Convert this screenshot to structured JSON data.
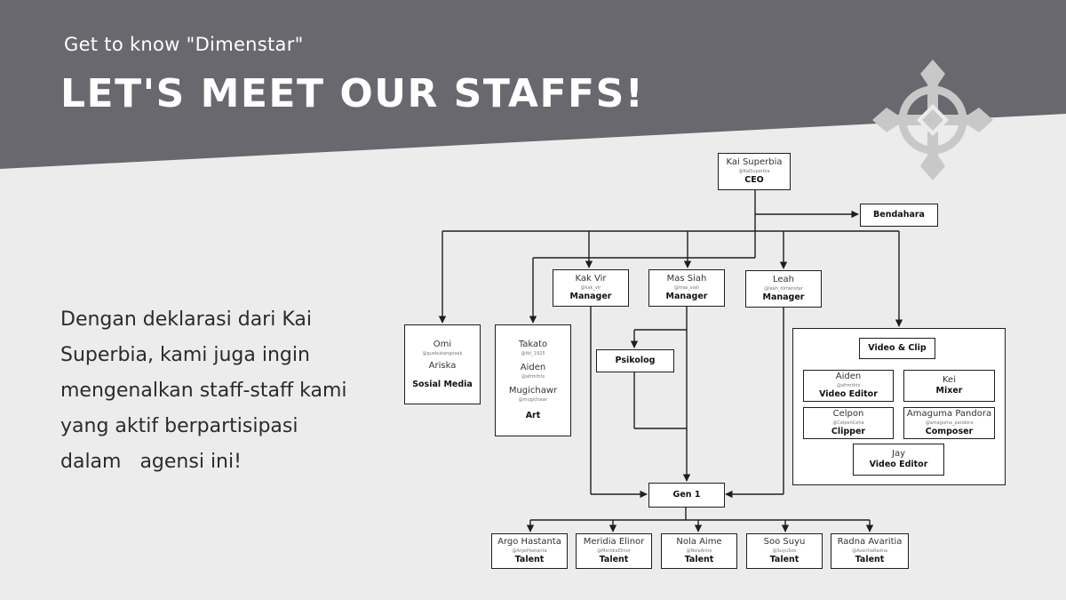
{
  "header": {
    "subtitle": "Get to know \"Dimenstar\"",
    "title": "LET'S MEET OUR STAFFS!"
  },
  "description": {
    "lines": [
      "Dengan deklarasi dari Kai",
      "Superbia, kami juga ingin",
      "mengenalkan staff-staff kami",
      "yang aktif berpartisipasi",
      "dalam   agensi ini!"
    ]
  },
  "colors": {
    "banner": "#68686e",
    "background": "#ececec",
    "logo": "#c8c8c8",
    "line": "#1e1e1e"
  },
  "logo": {
    "icon": "cross-compass-icon"
  },
  "org": {
    "ceo": {
      "name": "Kai Superbia",
      "handle": "@KaiSuperbia",
      "role": "CEO"
    },
    "bendahara": {
      "role": "Bendahara"
    },
    "managers": [
      {
        "name": "Kak Vir",
        "handle": "@kak_vir",
        "role": "Manager"
      },
      {
        "name": "Mas Siah",
        "handle": "@mas_siah",
        "role": "Manager"
      },
      {
        "name": "Leah",
        "handle": "@leah_dimenstar",
        "role": "Manager"
      }
    ],
    "psikolog": {
      "role": "Psikolog"
    },
    "sosial_media": {
      "members": [
        {
          "name": "Omi",
          "handle": "@guebukangoaek"
        },
        {
          "name": "Ariska",
          "handle": ""
        }
      ],
      "role": "Sosial Media"
    },
    "art": {
      "members": [
        {
          "name": "Takato",
          "handle": "@tkt_1925"
        },
        {
          "name": "Aiden",
          "handle": "@afrmthts"
        },
        {
          "name": "Mugichawr",
          "handle": "@mugichawr"
        }
      ],
      "role": "Art"
    },
    "video": {
      "title": "Video & Clip",
      "members": [
        {
          "name": "Aiden",
          "handle": "@afrmthts",
          "role": "Video Editor"
        },
        {
          "name": "Kei",
          "handle": "",
          "role": "Mixer"
        },
        {
          "name": "Celpon",
          "handle": "@CelponCeha",
          "role": "Clipper"
        },
        {
          "name": "Amaguma Pandora",
          "handle": "@amaguma_pandora",
          "role": "Composer"
        },
        {
          "name": "Jay",
          "handle": "",
          "role": "Video Editor"
        }
      ]
    },
    "gen1": {
      "role": "Gen 1"
    },
    "talents": [
      {
        "name": "Argo Hastanta",
        "handle": "@ArgoHastanta",
        "role": "Talent"
      },
      {
        "name": "Meridia Elinor",
        "handle": "@MeridiaElinor",
        "role": "Talent"
      },
      {
        "name": "Nola Aime",
        "handle": "@NolaAime",
        "role": "Talent"
      },
      {
        "name": "Soo Suyu",
        "handle": "@SuyuSoo",
        "role": "Talent"
      },
      {
        "name": "Radna Avaritia",
        "handle": "@AvaritiaRadna",
        "role": "Talent"
      }
    ]
  }
}
